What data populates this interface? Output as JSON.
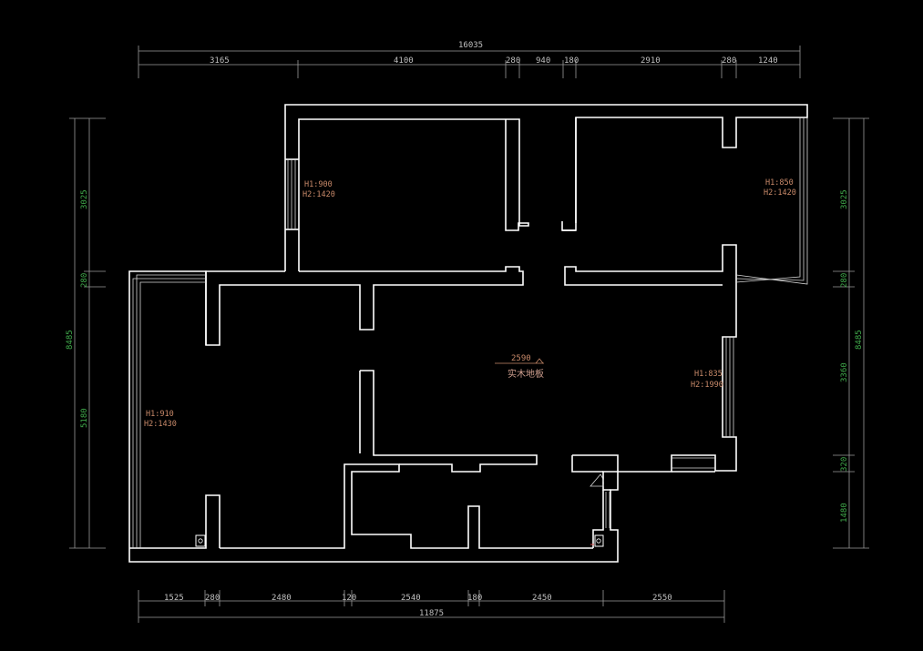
{
  "dimensions": {
    "top_total": "16035",
    "top_segments": [
      "3165",
      "4100",
      "280",
      "940",
      "180",
      "2910",
      "280",
      "1240"
    ],
    "bottom_total": "11875",
    "bottom_segments": [
      "1525",
      "280",
      "2480",
      "120",
      "2540",
      "180",
      "2450",
      "2550"
    ],
    "left_total": "8485",
    "left_segments": [
      "3025",
      "280",
      "5180"
    ],
    "right_total": "8485",
    "right_segments": [
      "3025",
      "280",
      "3360",
      "320",
      "1480"
    ]
  },
  "room_labels": {
    "top_left_room": {
      "h1": "H1:900",
      "h2": "H2:1420"
    },
    "top_right_room": {
      "h1": "H1:850",
      "h2": "H2:1420"
    },
    "left_room": {
      "h1": "H1:910",
      "h2": "H2:1430"
    },
    "right_room": {
      "h1": "H1:835",
      "h2": "H2:1990"
    }
  },
  "floor": {
    "value": "2590",
    "material": "实木地板"
  },
  "colors": {
    "background": "#000000",
    "wall": "#ffffff",
    "dimension": "#9a9a9a",
    "label": "#c98a6a",
    "vertical_dim_text": "#3fa84a"
  }
}
